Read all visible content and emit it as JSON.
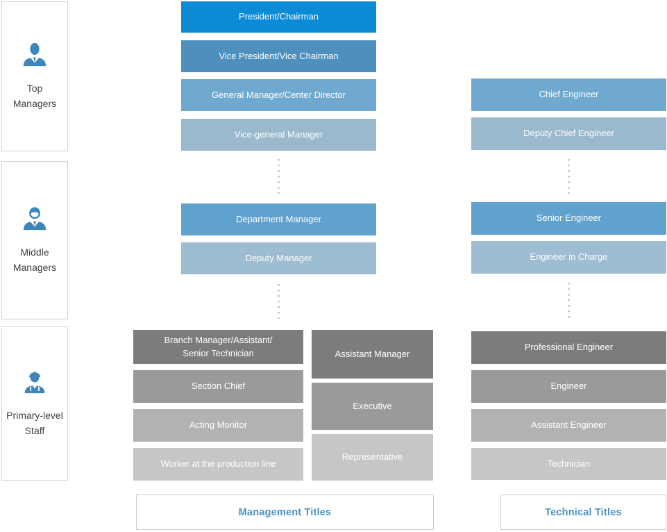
{
  "categories": [
    {
      "id": "top-managers",
      "line1": "Top",
      "line2": "Managers",
      "icon": "business-man-icon"
    },
    {
      "id": "middle-managers",
      "line1": "Middle",
      "line2": "Managers",
      "icon": "manager-icon"
    },
    {
      "id": "primary-level-staff",
      "line1": "Primary-level",
      "line2": "Staff",
      "icon": "worker-icon"
    }
  ],
  "management_column": {
    "top_tier": [
      "President/Chairman",
      "Vice President/Vice Chairman",
      "General Manager/Center Director",
      "Vice-general Manager"
    ],
    "middle_tier": [
      "Department Manager",
      "Deputy Manager"
    ],
    "primary_tier_left": {
      "box1_line1": "Branch Manager/Assistant/",
      "box1_line2": "Senior Technician",
      "box2": "Section Chief",
      "box3": "Acting Monitor",
      "box4": "Worker at the production line"
    },
    "primary_tier_right": [
      "Assistant Manager",
      "Executive",
      "Representative"
    ],
    "footer": "Management Titles"
  },
  "technical_column": {
    "top_tier": [
      "Chief Engineer",
      "Deputy Chief Engineer"
    ],
    "middle_tier": [
      "Senior Engineer",
      "Engineer in Charge"
    ],
    "primary_tier": [
      "Professional Engineer",
      "Engineer",
      "Assistant Engineer",
      "Technician"
    ],
    "footer": "Technical Titles"
  },
  "colors": {
    "tier1_blue": "#0b8ad5",
    "tier2_blue": "#4f8fbe",
    "tier3_blue": "#6fa9d0",
    "tier4_blue": "#9bb9cd",
    "mid_blue": "#60a2ce",
    "mid_blue_light": "#9ebcd2",
    "gray_darkest": "#7c7c7c",
    "gray_dark": "#9a9a9a",
    "gray_medium": "#b2b2b2",
    "gray_light": "#c6c6c6",
    "footer_text_blue": "#4a90c4",
    "icon_blue": "#3e86ba",
    "connector_gray": "#c9c9c9"
  }
}
